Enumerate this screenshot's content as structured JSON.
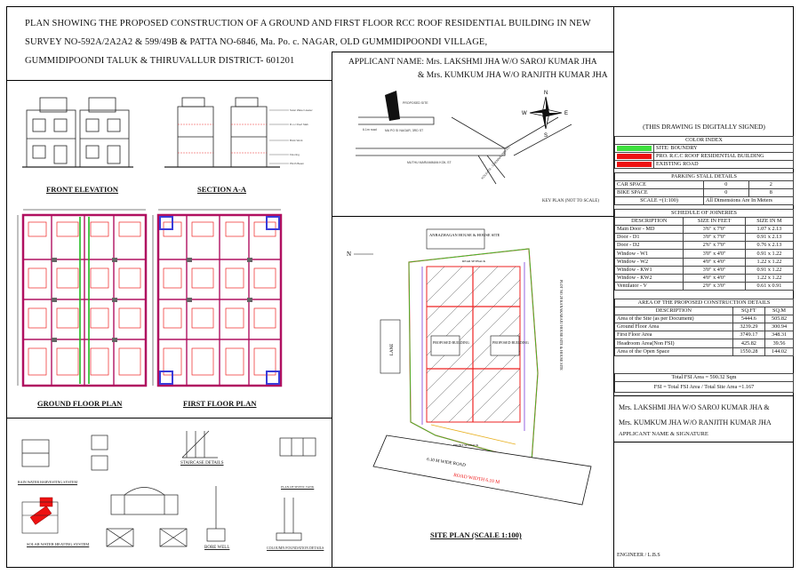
{
  "title": {
    "line1": "PLAN  SHOWING THE PROPOSED CONSTRUCTION OF A GROUND AND FIRST FLOOR  RCC ROOF  RESIDENTIAL BUILDING IN NEW",
    "line2": "SURVEY NO-592A/2A2A2 & 599/49B & PATTA NO-6846, Ma. Po. c. NAGAR, OLD GUMMIDIPOONDI VILLAGE,",
    "line3": "GUMMIDIPOONDI TALUK & THIRUVALLUR DISTRICT- 601201"
  },
  "applicant": {
    "line1": "APPLICANT  NAME: Mrs. LAKSHMI JHA W/O SAROJ KUMAR JHA",
    "line2": "& Mrs. KUMKUM JHA W/O RANJITH KUMAR JHA"
  },
  "captions": {
    "front_elevation": "FRONT ELEVATION",
    "section": "SECTION A-A",
    "ground_floor": "GROUND FLOOR PLAN",
    "first_floor": "FIRST FLOOR PLAN",
    "site_plan": "SITE PLAN (SCALE 1:100)",
    "key_plan": "KEY PLAN (NOT TO SCALE)",
    "staircase": "STAIRCASE DETAILS",
    "solar": "SOLAR WATER HEATING SYSTEM",
    "bore_well": "BORE WELL",
    "septic": "PLAN OF SEPTIC TANK",
    "column": "COLOUMN FOUNDATION DETAILS",
    "rain": "RAIN WATER HARVESTING SYSTEM"
  },
  "site": {
    "neighbour": "ANBAZHAGAN HOUSE & HOUSE SITE",
    "lane": "LANE",
    "bldg": "PROPOSED BUILDING",
    "road": "6.10 M WIDE ROAD",
    "road_width": "ROAD WIDTH 6.10 M",
    "north": "N",
    "plot_right": "PLOT NO 28 KANAKARAJU HOUSE SITE & HOUSE SITE",
    "rear": "REAR SETBACK",
    "front": "FRONT SETBACK"
  },
  "key": {
    "proposed": "PROPOSED SITE",
    "road1": "MA PO SI NAGAR, 3RD ST",
    "road2": "MUTHU MARIAMMAN KOIL ST",
    "road3": "KOLKATA - CHENNAI (NH-16)",
    "scale_lbl": "6.1m road"
  },
  "right": {
    "signed": "(THIS DRAWING IS DIGITALLY SIGNED)",
    "color_index_title": "COLOR INDEX",
    "color_index": [
      {
        "label": "SITE: BOUNDRY",
        "color": "#3ee03e"
      },
      {
        "label": "PRO. R.C.C ROOF RESIDENTIAL BUILDING",
        "color": "#ee1111"
      },
      {
        "label": "EXISTING ROAD",
        "color": "#ee1111"
      }
    ],
    "parking_title": "PARKING STALL DETAILS",
    "parking": [
      {
        "label": "CAR  SPACE",
        "a": "0",
        "b": "2"
      },
      {
        "label": "BIKE  SPACE",
        "a": "0",
        "b": "8"
      }
    ],
    "scale": "SCALE =(1:100)",
    "dims_note": "All Dimensions Are In Meters",
    "joinery_title": "SCHEDULE  OF  JOINERIES",
    "joinery_head": [
      "DESCRIPTION",
      "SIZE  IN  FEET",
      "SIZE  IN  M"
    ],
    "joinery": [
      [
        "Main Door - MD",
        "3'6\"  x  7'0\"",
        "1.07  x  2.13"
      ],
      [
        "Door  -  D1",
        "3'0\"  x  7'0\"",
        "0.91  x  2.13"
      ],
      [
        "Door  -  D2",
        "2'6\"  x  7'0\"",
        "0.76  x  2.13"
      ],
      [
        "Window  -  W1",
        "3'0\"  x  4'0\"",
        "0.91  x  1.22"
      ],
      [
        "Window  -  W2",
        "4'0\"  x  4'0\"",
        "1.22  x  1.22"
      ],
      [
        "Window  -  KW1",
        "3'0\"  x  4'0\"",
        "0.91  x  1.22"
      ],
      [
        "Window  -  KW2",
        "4'0\"  x  4'0\"",
        "1.22  x  1.22"
      ],
      [
        "Ventilator  -  V",
        "2'0\"  x  3'0\"",
        "0.61  x  0.91"
      ]
    ],
    "area_title": "AREA  OF  THE  PROPOSED  CONSTRUCTION  DETAILS",
    "area_head": [
      "DESCRIPTION",
      "SQ.FT",
      "SQ.M"
    ],
    "area": [
      [
        "Area  of  the  Site (as per Document)",
        "5444.6",
        "505.82"
      ],
      [
        "Ground Floor Area",
        "3239.29",
        "300.94"
      ],
      [
        "First Floor Area",
        "3749.17",
        "348.31"
      ],
      [
        "Headroom Area(Non FSI)",
        "425.82",
        "39.56"
      ],
      [
        "Area of the Open Space",
        "1550.28",
        "144.02"
      ]
    ],
    "total_fsi": "Total FSI Area = 590.32 Sqm",
    "fsi": "FSI  =  Total FSI Area / Total Site Area   =1.167",
    "sign1": "Mrs. LAKSHMI JHA W/O SAROJ KUMAR JHA &",
    "sign2": "Mrs. KUMKUM JHA W/O RANJITH KUMAR JHA",
    "sign_label": "APPLICANT  NAME & SIGNATURE",
    "engineer": "ENGINEER / L.B.S"
  }
}
